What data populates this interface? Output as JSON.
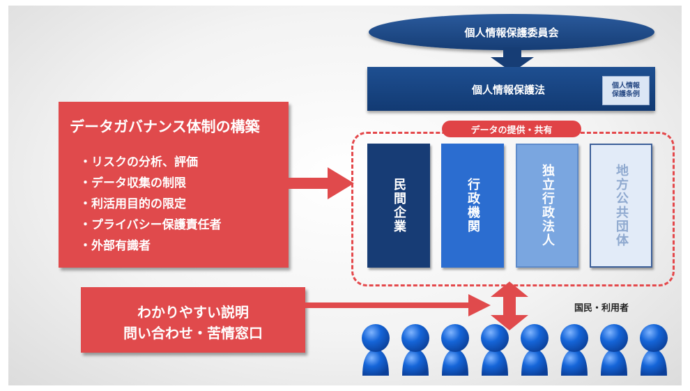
{
  "committee": {
    "label": "個人情報保護委員会"
  },
  "law": {
    "label": "個人情報保護法",
    "ordinance": "個人情報\n保護条例"
  },
  "data_sharing": {
    "label": "データの提供・共有"
  },
  "organizations": [
    {
      "label": "民間企業"
    },
    {
      "label": "行政機関"
    },
    {
      "label": "独立行政法人"
    },
    {
      "label": "地方公共団体"
    }
  ],
  "governance": {
    "title": "データガバナンス体制の構築",
    "items": [
      "リスクの分析、評価",
      "データ収集の制限",
      "利活用目的の限定",
      "プライバシー保護責任者",
      "外部有識者"
    ]
  },
  "explain": {
    "line1": "わかりやすい説明",
    "line2": "問い合わせ・苦情窓口"
  },
  "citizens": {
    "label": "国民・利用者",
    "count": 8
  },
  "colors": {
    "navy": "#163d75",
    "red": "#e04a4c",
    "citizen_blue": "#1565d8"
  }
}
